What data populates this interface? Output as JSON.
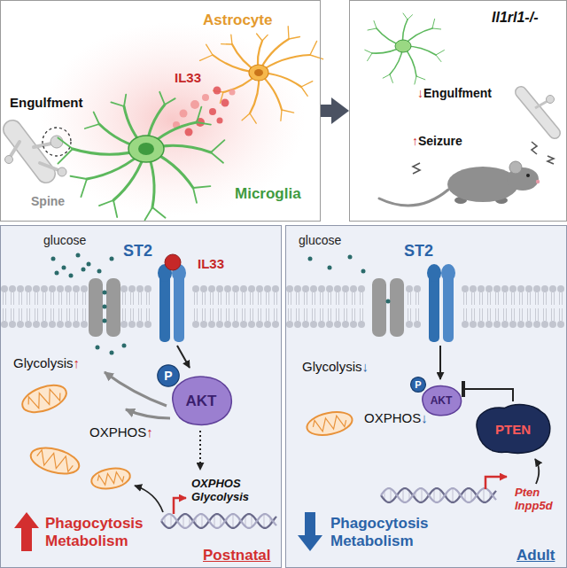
{
  "diagram": {
    "nodes": [
      {
        "text": [
          "Astrocyte",
          "IL33",
          "Engulfment",
          "Spine",
          "Microglia"
        ]
      },
      {
        "text": [
          "Il1rl1-/-",
          "↓Engulfment",
          "↑Seizure"
        ]
      },
      {
        "text": [
          "glucose",
          "ST2",
          "IL33",
          "Glycolysis↑",
          "OXPHOS↑",
          "OXPHOS Glycolysis",
          "Phagocytosis Metabolism",
          "Postnatal"
        ]
      },
      {
        "text": [
          "AKT"
        ],
        "in": 2
      },
      {
        "text": [
          "P"
        ],
        "in": 2
      },
      {
        "text": [
          "glucose",
          "ST2",
          "Glycolysis↓",
          "OXPHOS↓",
          "Pten Inpp5d",
          "Phagocytosis Metabolism",
          "Adult"
        ]
      },
      {
        "text": [
          "AKT"
        ],
        "in": 5
      },
      {
        "text": [
          "P"
        ],
        "in": 5
      },
      {
        "text": [
          "PTEN"
        ],
        "in": 5
      }
    ],
    "edges": [
      {
        "from": 0,
        "to": 1,
        "arrow": "to"
      },
      {
        "from": 8,
        "to": 6,
        "arrow": "to"
      }
    ]
  }
}
